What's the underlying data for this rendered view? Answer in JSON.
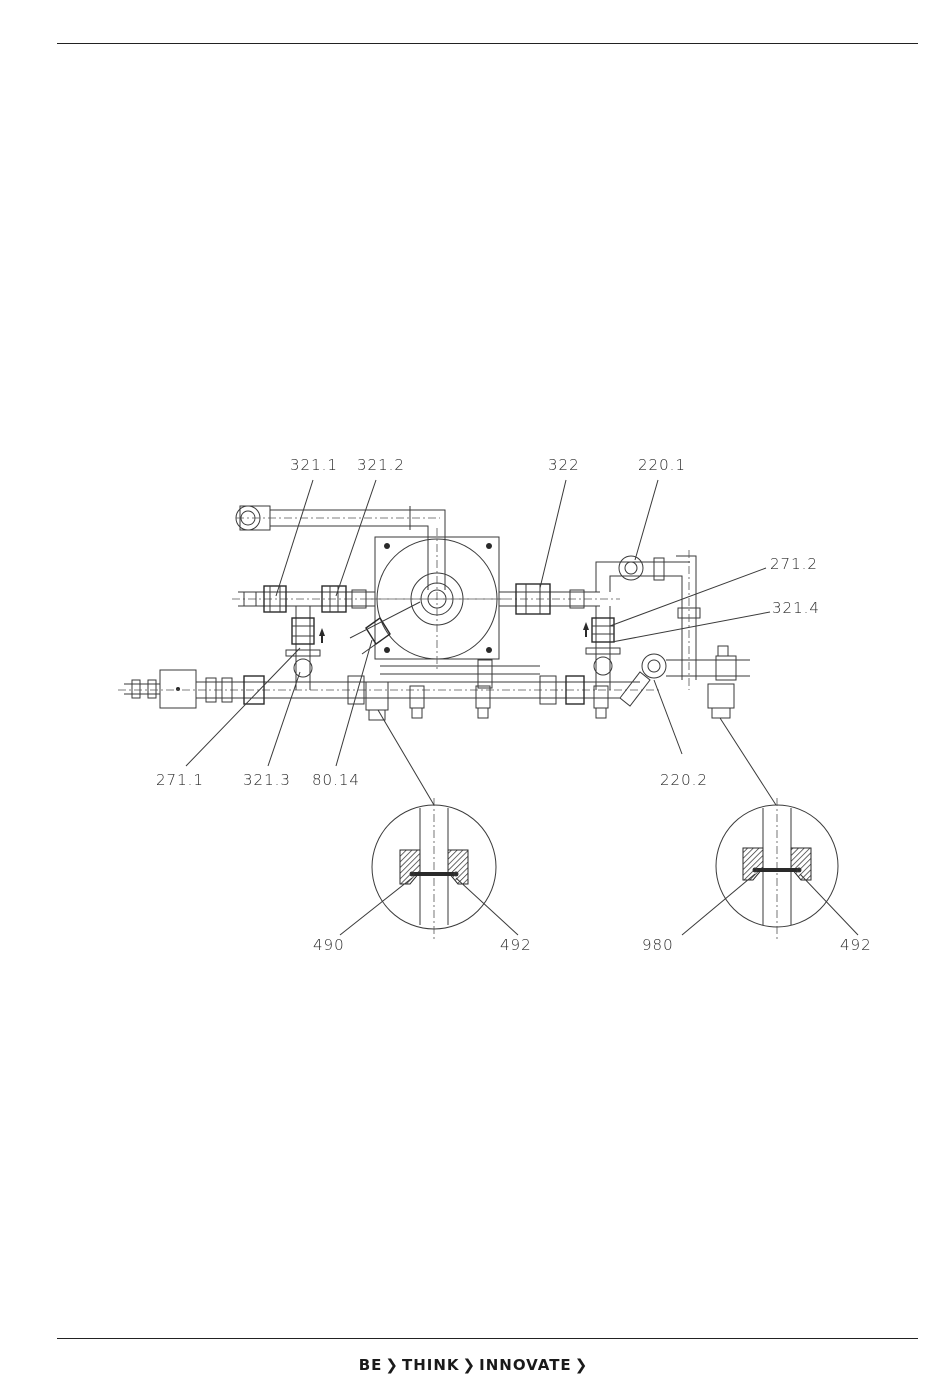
{
  "labels": {
    "l321_1": "321.1",
    "l321_2": "321.2",
    "l322": "322",
    "l220_1": "220.1",
    "l271_2": "271.2",
    "l321_4": "321.4",
    "l271_1": "271.1",
    "l321_3": "321.3",
    "l80_14": "80.14",
    "l220_2": "220.2",
    "l490": "490",
    "l492a": "492",
    "l980": "980",
    "l492b": "492"
  },
  "footer": {
    "word1": "BE",
    "word2": "THINK",
    "word3": "INNOVATE",
    "chevron": "❯"
  }
}
